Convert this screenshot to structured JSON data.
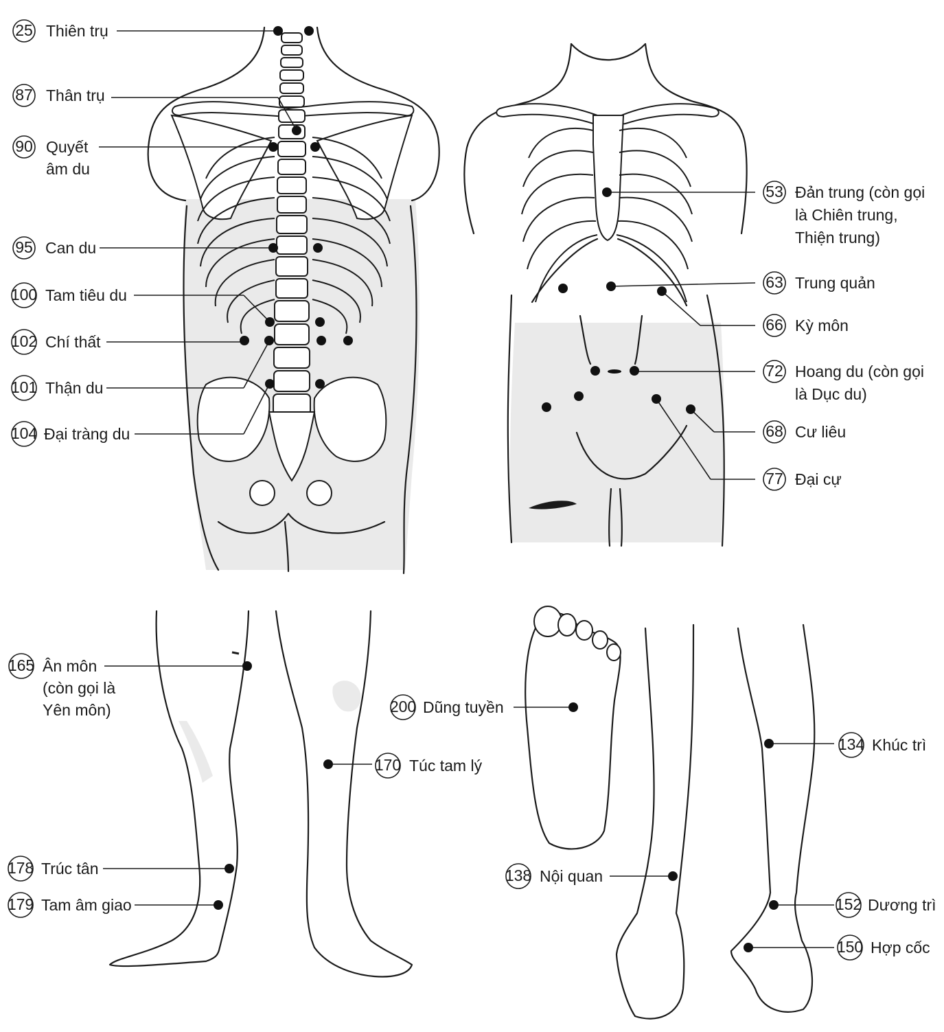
{
  "points": [
    {
      "id": "p25",
      "num": "25",
      "lines": [
        "Thiên trụ"
      ]
    },
    {
      "id": "p87",
      "num": "87",
      "lines": [
        "Thân trụ"
      ]
    },
    {
      "id": "p90",
      "num": "90",
      "lines": [
        "Quyết",
        "âm du"
      ]
    },
    {
      "id": "p95",
      "num": "95",
      "lines": [
        "Can du"
      ]
    },
    {
      "id": "p100",
      "num": "100",
      "lines": [
        "Tam tiêu du"
      ]
    },
    {
      "id": "p102",
      "num": "102",
      "lines": [
        "Chí thất"
      ]
    },
    {
      "id": "p101",
      "num": "101",
      "lines": [
        "Thận du"
      ]
    },
    {
      "id": "p104",
      "num": "104",
      "lines": [
        "Đại tràng du"
      ]
    },
    {
      "id": "p53",
      "num": "53",
      "lines": [
        "Đản trung (còn gọi",
        "là Chiên trung,",
        "Thiện trung)"
      ]
    },
    {
      "id": "p63",
      "num": "63",
      "lines": [
        "Trung quản"
      ]
    },
    {
      "id": "p66",
      "num": "66",
      "lines": [
        "Kỳ môn"
      ]
    },
    {
      "id": "p72",
      "num": "72",
      "lines": [
        "Hoang du (còn gọi",
        "là Dục du)"
      ]
    },
    {
      "id": "p68",
      "num": "68",
      "lines": [
        "Cư liêu"
      ]
    },
    {
      "id": "p77",
      "num": "77",
      "lines": [
        "Đại cự"
      ]
    },
    {
      "id": "p165",
      "num": "165",
      "lines": [
        "Ân môn",
        "(còn gọi là",
        "Yên môn)"
      ]
    },
    {
      "id": "p170",
      "num": "170",
      "lines": [
        "Túc tam lý"
      ]
    },
    {
      "id": "p178",
      "num": "178",
      "lines": [
        "Trúc tân"
      ]
    },
    {
      "id": "p179",
      "num": "179",
      "lines": [
        "Tam âm giao"
      ]
    },
    {
      "id": "p200",
      "num": "200",
      "lines": [
        "Dũng tuyền"
      ]
    },
    {
      "id": "p134",
      "num": "134",
      "lines": [
        "Khúc trì"
      ]
    },
    {
      "id": "p138",
      "num": "138",
      "lines": [
        "Nội quan"
      ]
    },
    {
      "id": "p152",
      "num": "152",
      "lines": [
        "Dương trì"
      ]
    },
    {
      "id": "p150",
      "num": "150",
      "lines": [
        "Hợp cốc"
      ]
    }
  ]
}
